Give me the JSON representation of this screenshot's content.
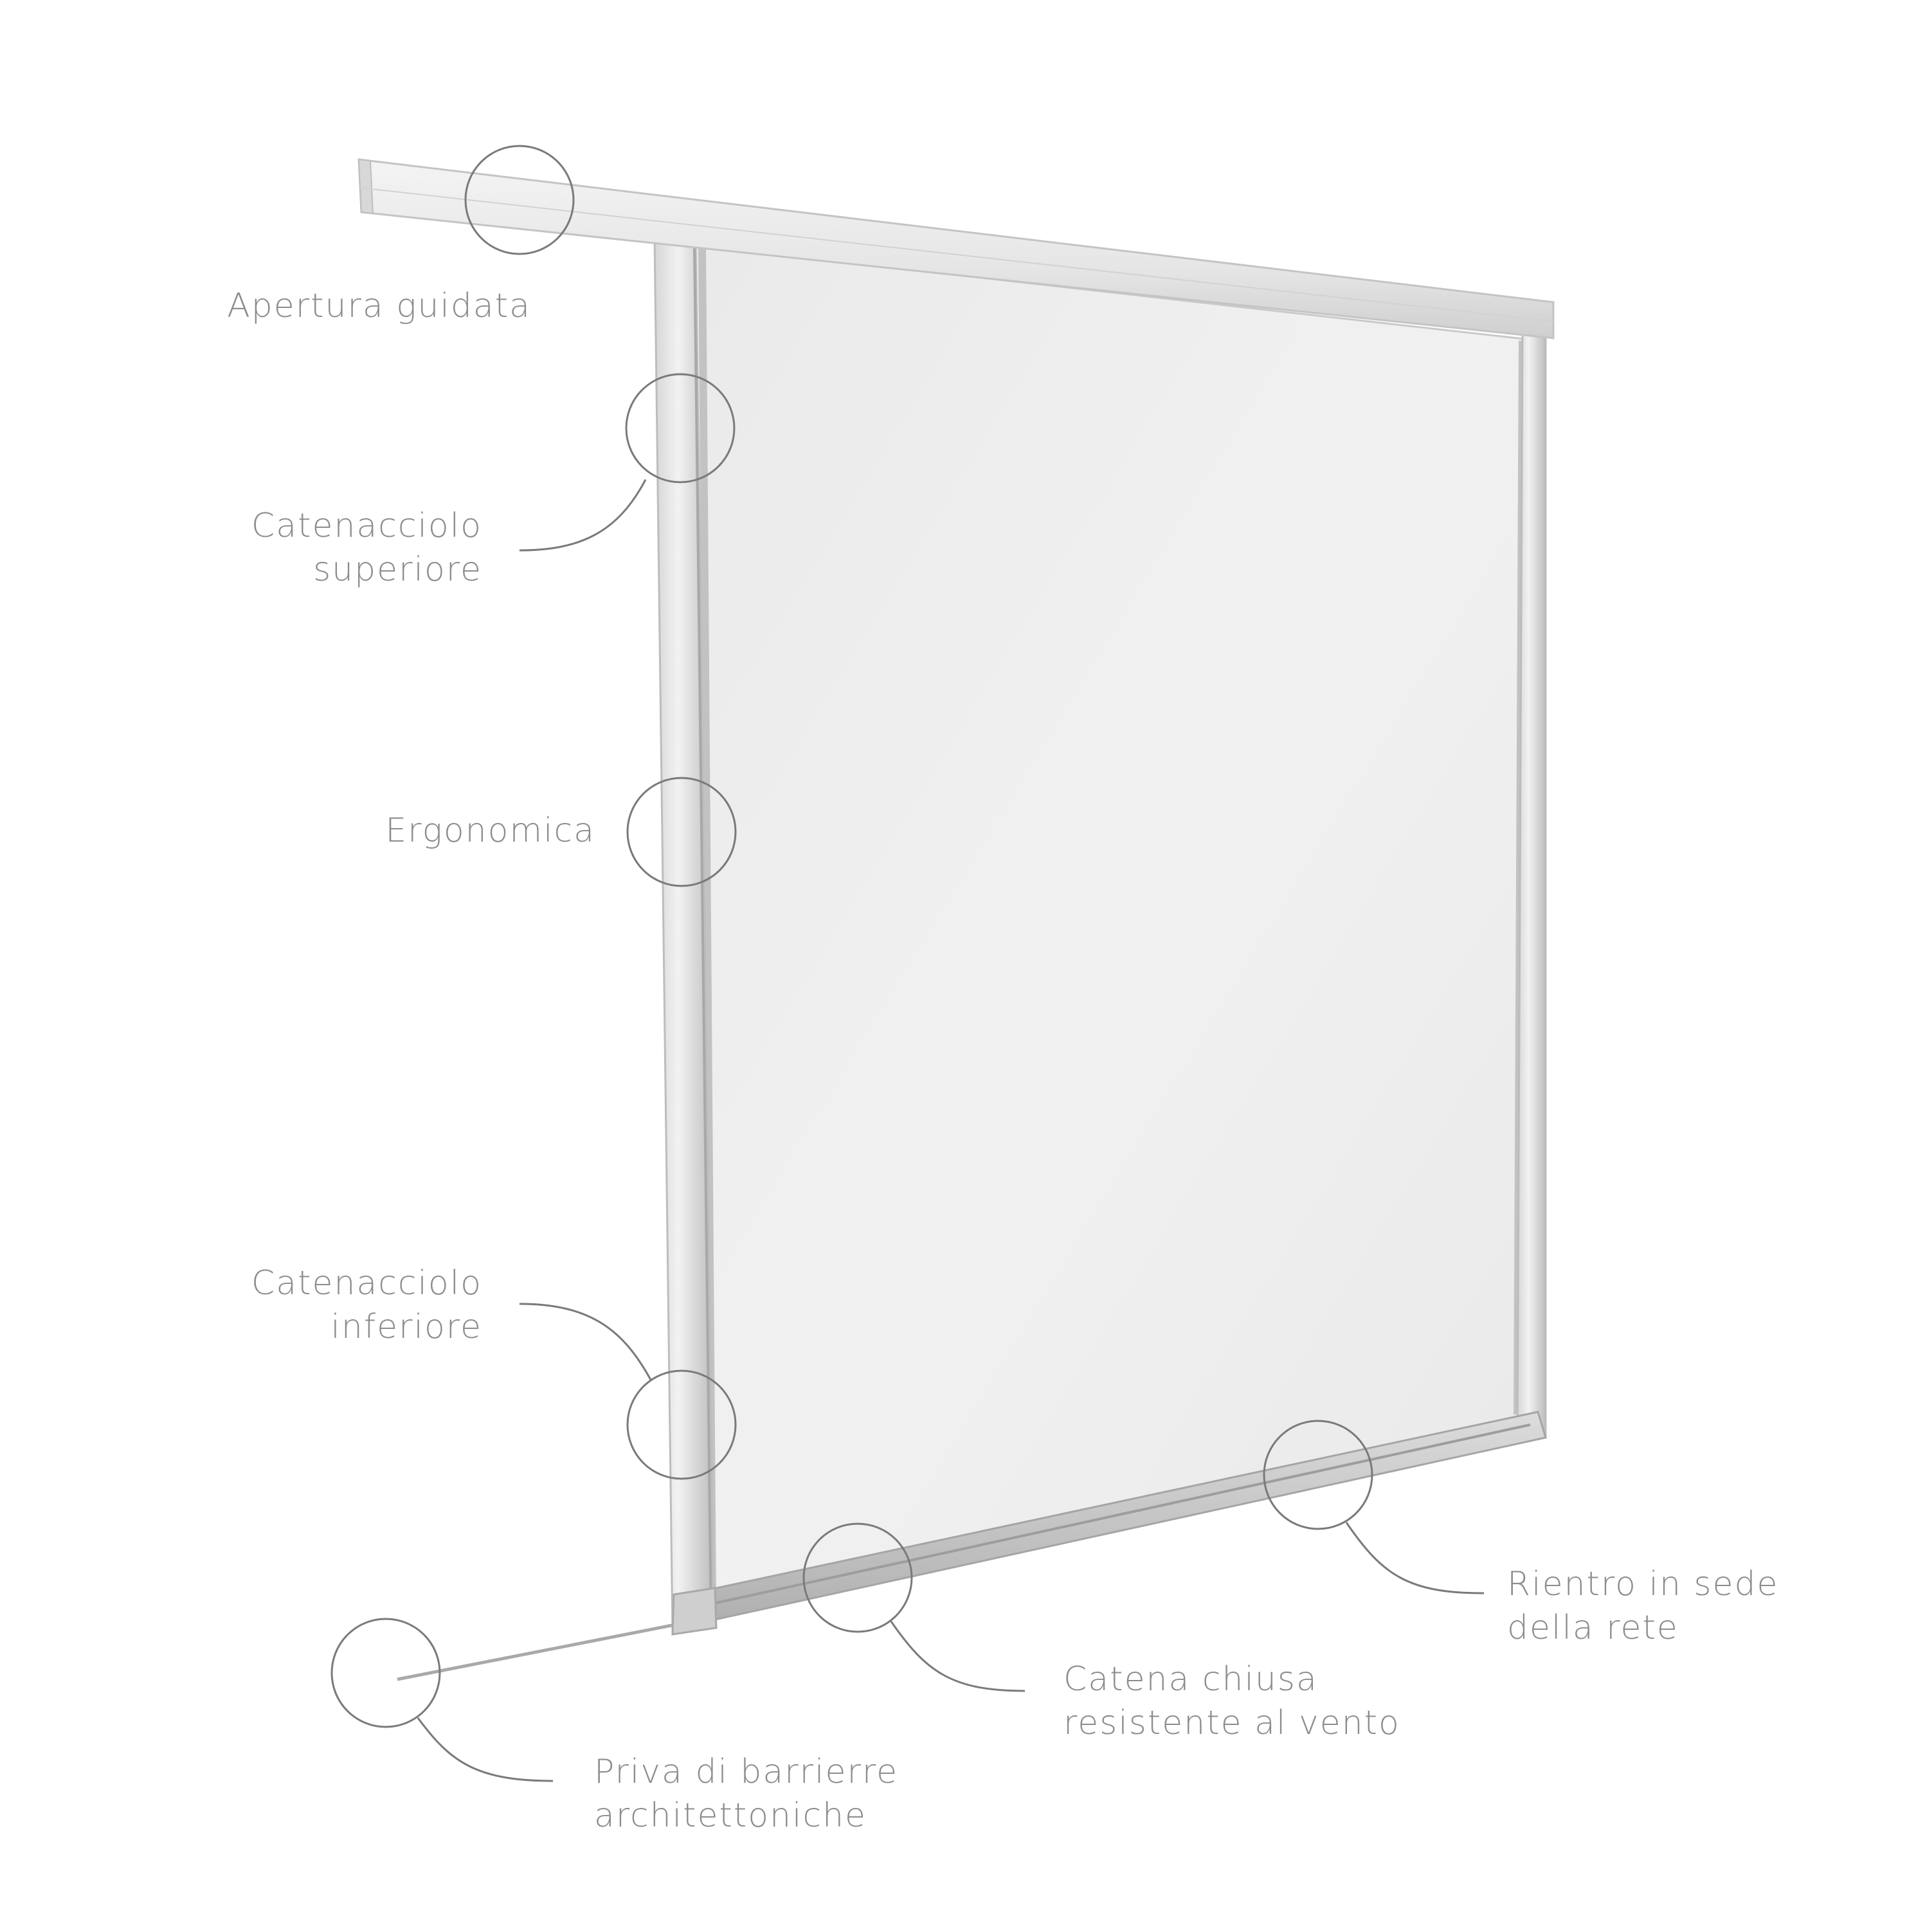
{
  "colors": {
    "background": "#ffffff",
    "label_text": "#8c8c8c",
    "callout_line": "#7a7a7a",
    "frame_light": "#e4e4e4",
    "frame_shadow": "#b5b5b5",
    "mesh": "#ededed"
  },
  "callouts": {
    "apertura_guidata": {
      "line1": "Apertura guidata"
    },
    "catenacciolo_superiore": {
      "line1": "Catenacciolo",
      "line2": "superiore"
    },
    "ergonomica": {
      "line1": "Ergonomica"
    },
    "catenacciolo_inferiore": {
      "line1": "Catenacciolo",
      "line2": "inferiore"
    },
    "priva_barriere": {
      "line1": "Priva di barrierre",
      "line2": "architettoniche"
    },
    "catena_chiusa": {
      "line1": "Catena chiusa",
      "line2": "resistente al vento"
    },
    "rientro_rete": {
      "line1": "Rientro in sede",
      "line2": "della rete"
    }
  }
}
